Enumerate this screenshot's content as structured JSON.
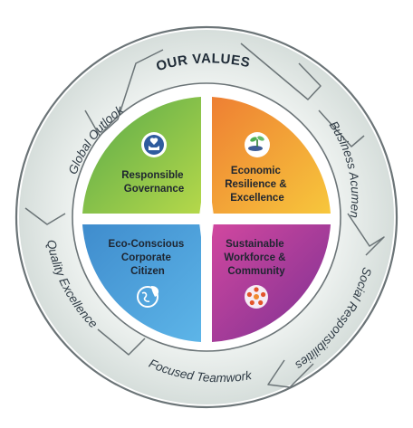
{
  "diagram": {
    "title": "OUR VALUES",
    "ring_labels": [
      "Global Outlook",
      "Business Acumen",
      "Social Responsibilities",
      "Focused Teamwork",
      "Quality Excellence"
    ],
    "quadrants": [
      {
        "lines": [
          "Responsible",
          "Governance"
        ],
        "icon": "charity-hand-icon",
        "color": "#7fc24b"
      },
      {
        "lines": [
          "Economic",
          "Resilience &",
          "Excellence"
        ],
        "icon": "money-plant-icon",
        "color": "#f29a35"
      },
      {
        "lines": [
          "Eco-Conscious",
          "Corporate",
          "Citizen"
        ],
        "icon": "earth-leaf-icon",
        "color": "#4c88c9"
      },
      {
        "lines": [
          "Sustainable",
          "Workforce &",
          "Community"
        ],
        "icon": "people-circle-icon",
        "color": "#b44297"
      }
    ],
    "ring_color": "#dfe6e4"
  }
}
